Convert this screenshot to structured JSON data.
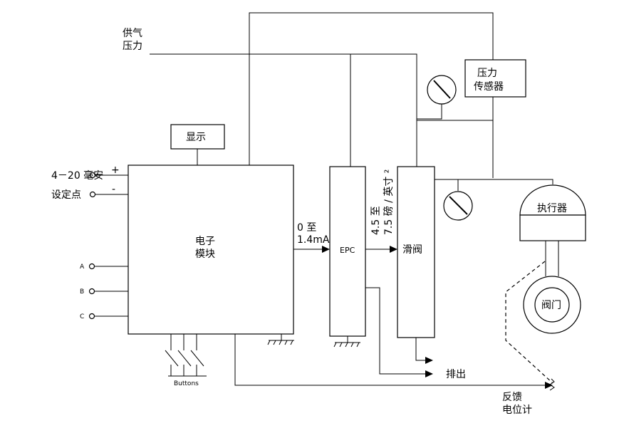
{
  "labels": {
    "supply_pressure_1": "供气",
    "supply_pressure_2": "压力",
    "pressure_sensor_1": "压力",
    "pressure_sensor_2": "传感器",
    "display": "显示",
    "input_signal": "4－20 毫安",
    "setpoint": "设定点",
    "plus": "+",
    "minus": "-",
    "electronic_module_1": "电子",
    "electronic_module_2": "模块",
    "input_a": "A",
    "input_b": "B",
    "input_c": "C",
    "current_range_1": "0 至",
    "current_range_2": "1.4mA",
    "epc": "EPC",
    "pressure_range_1": "4.5 至",
    "pressure_range_2": "7.5 磅 / 英寸 ²",
    "spool_valve": "滑阀",
    "actuator": "执行器",
    "valve": "阀门",
    "exhaust": "排出",
    "feedback_1": "反馈",
    "feedback_2": "电位计",
    "buttons": "Buttons"
  }
}
